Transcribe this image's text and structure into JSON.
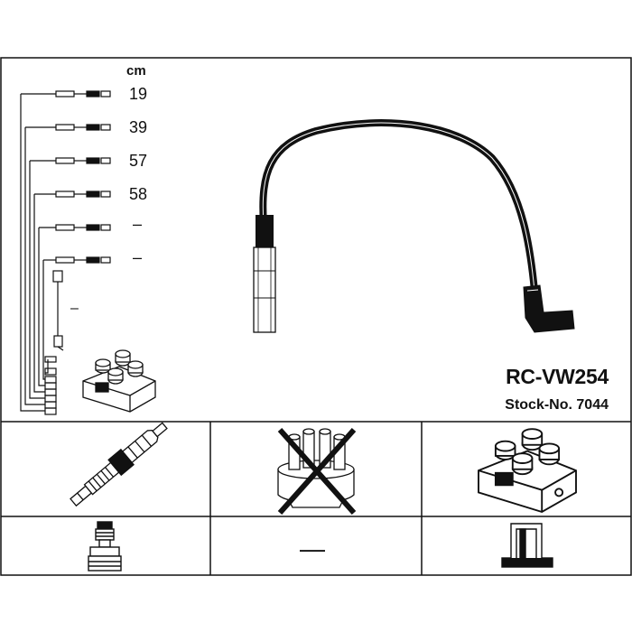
{
  "product": {
    "name": "RC-VW254",
    "stock_prefix": "Stock-No.",
    "stock_number": "7044"
  },
  "lengths": {
    "unit": "cm",
    "values": [
      "19",
      "39",
      "57",
      "58",
      "–",
      "–"
    ]
  },
  "extra_lead_value": "–",
  "cap_value": "—",
  "icons": {
    "main": "ignition-lead-icon",
    "coil_small": "ignition-coil-icon",
    "spark_plug": "spark-plug-icon",
    "distributor": "distributor-cap-icon",
    "coil": "ignition-coil-icon",
    "plug_connector": "plug-connector-icon",
    "terminal": "terminal-icon"
  },
  "colors": {
    "line": "#111111",
    "background": "#ffffff"
  }
}
